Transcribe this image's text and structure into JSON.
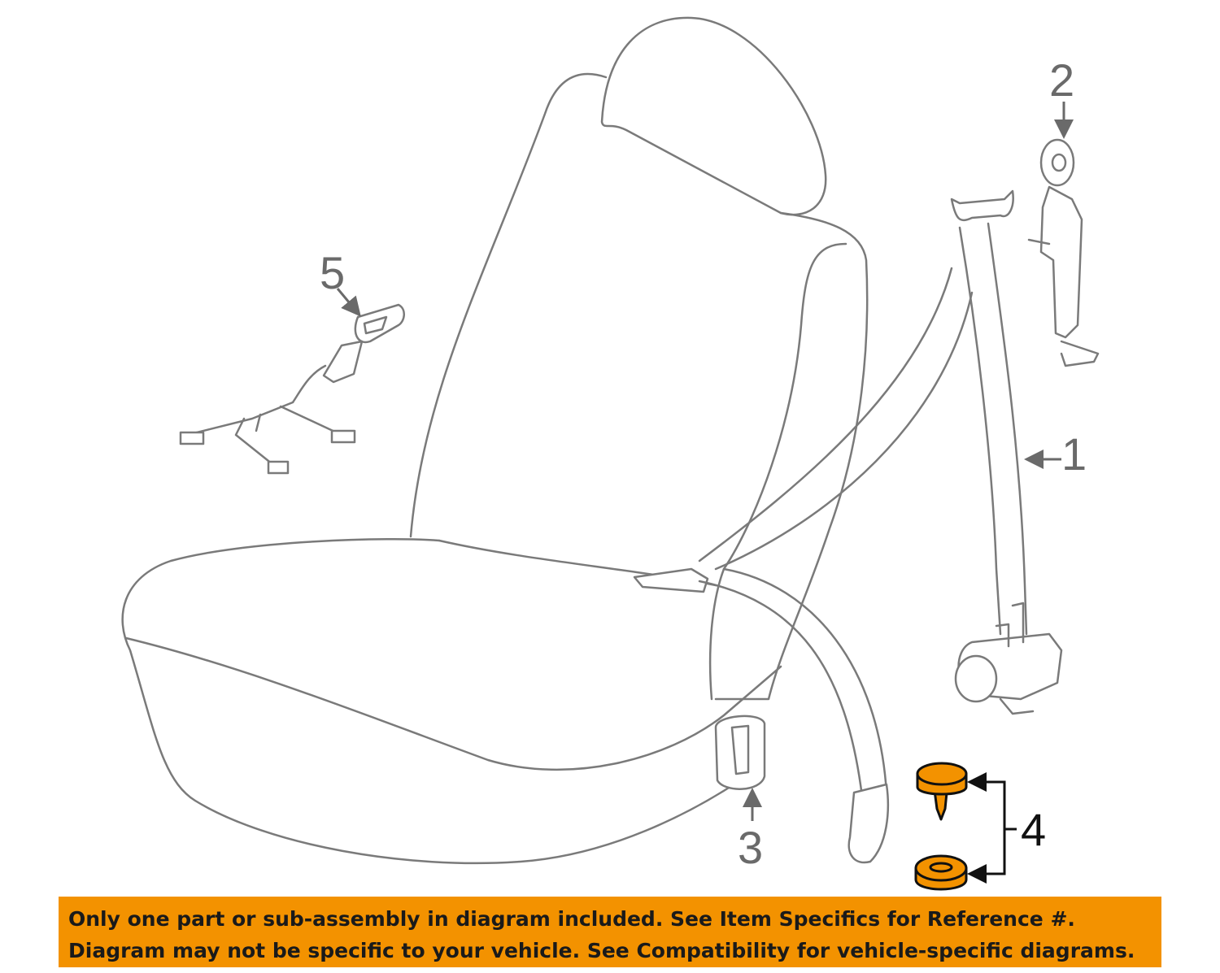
{
  "callouts": {
    "c1": "1",
    "c2": "2",
    "c3": "3",
    "c4": "4",
    "c5": "5"
  },
  "banner": {
    "line1": "Only one part or sub-assembly in diagram included. See Item Specifics for Reference #.",
    "line2": "Diagram may not be specific to your vehicle. See Compatibility for vehicle-specific diagrams."
  },
  "colors": {
    "highlight": "#f39200",
    "outline": "#7a7a7a"
  }
}
